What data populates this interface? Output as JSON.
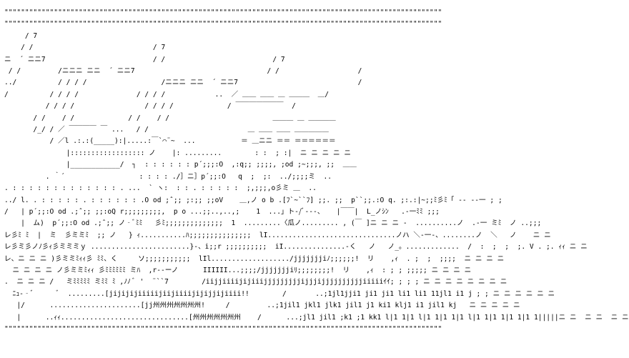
{
  "art": {
    "lines": [
      "\"\"\"\"\"\"\"\"\"\"\"\"\"\"\"\"\"\"\"\"\"\"\"\"\"\"\"\"\"\"\"\"\"\"\"\"\"\"\"\"\"\"\"\"\"\"\"\"\"\"\"\"\"\"\"\"\"\"\"\"\"\"\"\"\"\"\"\"\"\"\"\"\"\"\"\"\"\"\"\"\"\"\"\"\"\"\"\"\"\"\"\"\"\"\"\"\"\"\"\"\"\"\"\"\"\"",
      "\"\"\"\"\"\"\"\"\"\"\"\"\"\"\"\"\"\"\"\"\"\"\"\"\"\"\"\"\"\"\"\"\"\"\"\"\"\"\"\"\"\"\"\"\"\"\"\"\"\"\"\"\"\"\"\"\"\"\"\"\"\"\"\"\"\"\"\"\"\"\"\"\"\"\"\"\"\"\"\"\"\"\"\"\"\"\"\"\"\"\"\"\"\"\"\"\"\"\"\"\"\"\"\"\"\"",
      "     / 7",
      "    / /                             / 7",
      "ニ  ´ ニニ7                          / /                          / 7",
      " / /         /ニニニ ニニ  ´ ニニ7                                / /                   /",
      "../          / / / /                  /ニニニ ニニ  ´ ニニ7                             /",
      "/          / / / /              / / / /            ..  ／ ＿＿ ＿＿ ＿ ＿＿＿  ＿/",
      "          / / / /                 / / / /             / ￣￣￣￣￣￣￣  /",
      "       / /    / /             / /    / /                         ＿＿＿ ＿ ＿＿＿＿",
      "       /_/ / ／ ￣￣￣￣ ￣ ...   / /                        ＿ ＿＿ ＿＿ ＿＿＿＿＿",
      "           / ／l .:.:(_____):|.....:￣`⌒¨~  ...           ＝ ＿ニニ ＝＝ ＝＝＝＝＝＝",
      "               |:::::::::::::::::: ノ    |: .........        : :  ; :|  ニ ニ ニ ニ ニ",
      "               |____________/  ┐  : : : : : : p´;;;:O  ,:q;; ;;;;, ;od ;~;;;, ;;  ＿＿",
      "          . ｀´                  : : : : ./］ニ］p´;;:O   q  ;  ;:  ../;;;;ミ  ..",
      ". : : : : : : : : : : : : : . ...  ` ヽ:  : : . : : : : :  ;,;;;,o彡ミ ＿  ..",
      "../ l. . : : : : : . : : : : : : .O od ;ˆ;; ;:;; ;;oV    ＿,ノ o b .[ﾌ`~``ﾌ] ;;. ;;  p``;;.:O q. ;:.:|~;;ﾐ彡ﾐ「 ‐‐ ‐‐一 ; ;",
      "/   | p´;;:O od .;ˆ;; ;;:oQ r;;;;;;;;;,  p o ...;;..,..,;    1  ...」ト‐/ﾞ‐‐-、   |￣￣|  L_ノｼﾝ   .‐一ﾐﾐ ;;;",
      "    |  ム)  p´;;:O od .;ˆ;; ノ‐ﾞﾐﾐ   彡ﾐ;;;;;;;;;;;;;;  1  .........〈瓜ノ......... , (￣ ]ニ ニ ニ ‐  ..........ノ  .‐一 ミﾐ  ノ ..;;;",
      "レ彡ﾐ ﾐ  |  ミ  彡ミミﾐ  ;; ノ   } ｨ...........ﾊ;;;;;;;;;;;;;;;  lI...............................ノハ ＼‐一‐、........ノ  ＼   ノ    ニ ニ",
      "レ彡ミ彡ノﾉ彡ｨ彡ミミミｙ ........................}‐、i;;r ;;;;;;;;;;  iI...............‐く   ノ   ノ_。.............  /  :  ;  ;  ;. V . ;. ｨｨ ニ ニ",
      "レ、ニ ニ ニ )彡ミミﾐｨｨ彡 ﾐﾐ、く     ソ;;;;;;;;;;;  lIl.................../jjjjjjjiﾉ;;;;;;!  リ    ,ｨ  . ;  ;  ;;;;  ニ ニ ニ ニ",
      "  ニ ニ ニ ニ ノ彡ミミﾐｨｨ 彡ﾐﾐﾐﾐﾐﾐ ミﾊ  ,r‐‐ーノ      IIIIII...;;;;/jjjjjjjiﾘ;;;;;;;;!  リ    ,ｨ  : ; ; ;;;;; ニ ニ ニ ニ",
      ".  ニ ニ ニ /   ミﾐﾐﾐﾐﾐ ミﾐﾐ ﾐ ,ﾉﾉ ﾞ '  ¨``7        /iijjiiiijijiiijjjjjjjjjijjjijjjjjjjjjjiiiiiｲｲ; ; ; ; ニ ニ ニ ニ ニ ニ ニ ニ",
      "  ﾆｭ-‐ﾞ      ﾞ  .........[jijijijiiiiijiijiiiijijijjijiiii!!        /       ..;1jl1jji1 ji1 ji1 li1 li1 11jl1 i1 j ; ; ニ ニ ニ ニ ニ ニ",
      "   |/      ......................[jj州州州州州州州!     /         ..;1jil1 jkl1 jlk1 jil1 j1 ki1 klj1 i1 jil1 kj   ニ ニ ニ ニ ニ",
      "   |      ..ｨｨ...............................[州州州州州州州    /      ...;jl1 jil1 ;k1 ;1 kk1 l|1 1|1 l|1 1|1 1|1 l|1 1|1 1|1 1|1 1|||||ニ ニ  ニ ニ  ニ ニ",
      "\"\"\"\"\"\"\"\"\"\"\"\"\"\"\"\"\"\"\"\"\"\"\"\"\"\"\"\"\"\"\"\"\"\"\"\"\"\"\"\"\"\"\"\"\"\"\"\"\"\"\"\"\"\"\"\"\"\"\"\"\"\"\"\"\"\"\"\"\"\"\"\"\"\"\"\"\"\"\"\"\"\"\"\"\"\"\"\"\"\"\"\"\"\"\"\"\"\"\"\"\"\"\"\"\"\""
    ]
  }
}
